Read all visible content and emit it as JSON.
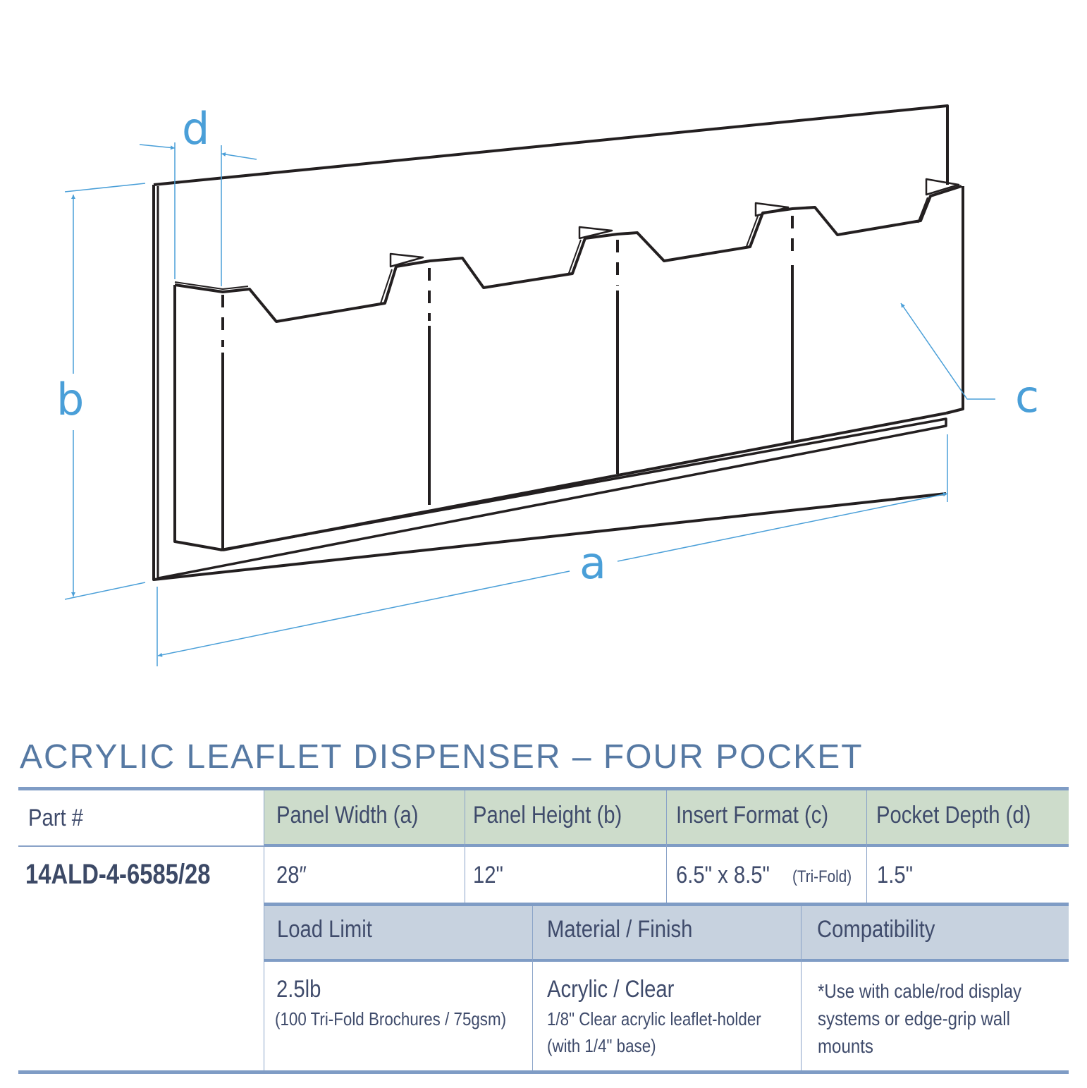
{
  "diagram": {
    "labels": {
      "a": "a",
      "b": "b",
      "c": "c",
      "d": "d"
    },
    "pockets": 4,
    "colors": {
      "line": "#231f20",
      "dimension": "#4a9fd8"
    }
  },
  "title": "ACRYLIC LEAFLET DISPENSER – FOUR POCKET",
  "table": {
    "row1_headers": {
      "part": "Part #",
      "panel_width": "Panel Width (a)",
      "panel_height": "Panel Height (b)",
      "insert_format": "Insert Format (c)",
      "pocket_depth": "Pocket Depth (d)"
    },
    "row1_values": {
      "part": "14ALD-4-6585/28",
      "panel_width": "28″",
      "panel_height": "12\"",
      "insert_format": "6.5\" x 8.5\"",
      "insert_format_note": "(Tri-Fold)",
      "pocket_depth": "1.5\""
    },
    "row2_headers": {
      "load_limit": "Load Limit",
      "material": "Material / Finish",
      "compatibility": "Compatibility"
    },
    "row2_values": {
      "load_limit": "2.5lb",
      "load_limit_note": "(100 Tri-Fold Brochures / 75gsm)",
      "material": "Acrylic / Clear",
      "material_note_1": "1/8\" Clear acrylic leaflet-holder",
      "material_note_2": "(with 1/4\" base)",
      "compatibility_1": "*Use with cable/rod display",
      "compatibility_2": "systems or edge-grip wall",
      "compatibility_3": "mounts"
    },
    "colors": {
      "header_green": "#cddccb",
      "header_blue": "#c7d2df",
      "rule": "#7f9cc5",
      "text": "#3f4b6b",
      "title": "#5679a3"
    }
  }
}
